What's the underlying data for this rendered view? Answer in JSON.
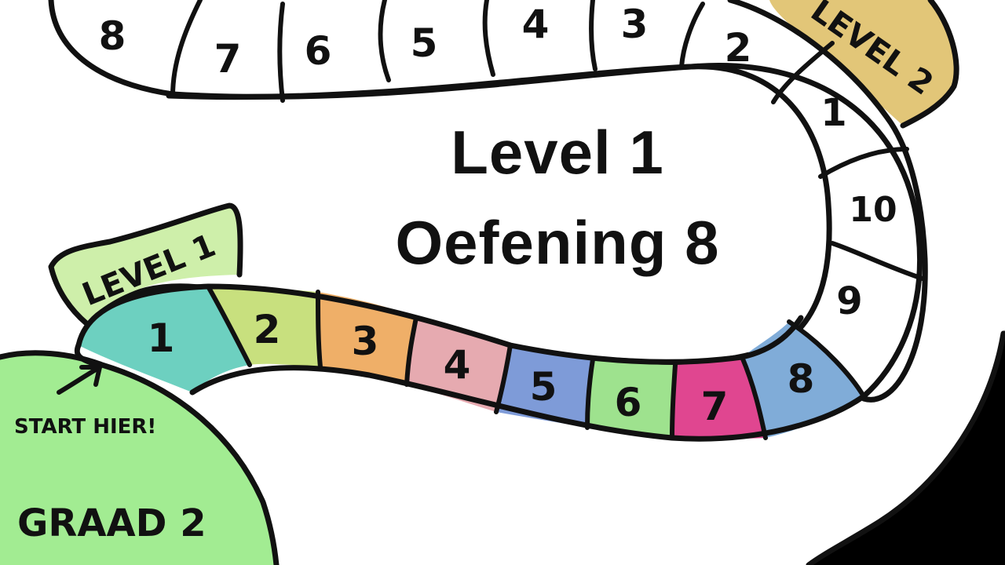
{
  "title": {
    "line1": "Level 1",
    "line2": "Oefening 8"
  },
  "graad_label": "GRAAD 2",
  "start_label": "START HIER!",
  "level1_tag": "LEVEL 1",
  "level2_tag": "LEVEL 2",
  "level1_tiles": [
    {
      "label": "1",
      "color": "#6dd0c0"
    },
    {
      "label": "2",
      "color": "#c8e07e"
    },
    {
      "label": "3",
      "color": "#efaf68"
    },
    {
      "label": "4",
      "color": "#e6aab0"
    },
    {
      "label": "5",
      "color": "#7e9bd8"
    },
    {
      "label": "6",
      "color": "#9ee28e"
    },
    {
      "label": "7",
      "color": "#e04690"
    },
    {
      "label": "8",
      "color": "#80acd8"
    }
  ],
  "white_tiles_right": [
    "9",
    "10",
    "1"
  ],
  "white_tiles_top": [
    "2",
    "3",
    "4",
    "5",
    "6",
    "7",
    "8"
  ],
  "colors": {
    "graad_area": "#a2ec92",
    "level1_tag": "#ceefaa",
    "level2_tag": "#e2c678",
    "outline": "#111111",
    "background": "#ffffff",
    "corner": "#000000"
  },
  "icons": [
    "arrow-icon"
  ]
}
